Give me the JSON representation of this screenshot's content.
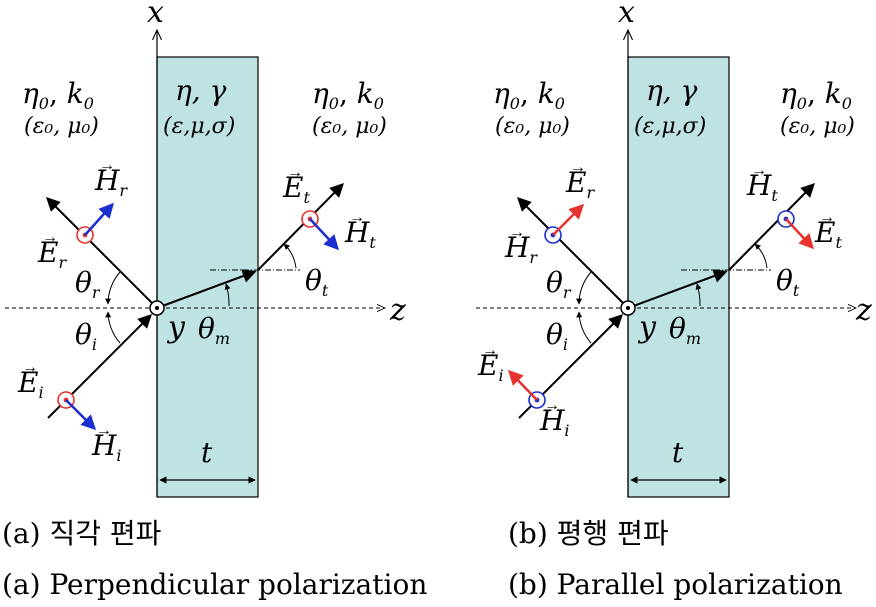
{
  "colors": {
    "slab": "#bfe3e3",
    "e_field_red": "#e8322d",
    "h_field_blue": "#1b2ecf",
    "circle_blue": "#1b2ecf",
    "circle_red": "#e8322d",
    "ink": "#000000"
  },
  "panel_a": {
    "axis_x": "x",
    "axis_z": "z",
    "axis_y": "y",
    "left_medium": {
      "eta": "η",
      "eta_sub": "0",
      "k": "k",
      "k_sub": "0",
      "eps_mu": "(ε₀, μ₀)"
    },
    "slab_medium": {
      "params": "η, γ",
      "eps_mu": "(ε,μ,σ)"
    },
    "right_medium": {
      "eta": "η",
      "eta_sub": "0",
      "k": "k",
      "k_sub": "0",
      "eps_mu": "(ε₀, μ₀)"
    },
    "reflected_E": "E",
    "reflected_E_sub": "r",
    "reflected_H": "H",
    "reflected_H_sub": "r",
    "incident_E": "E",
    "incident_E_sub": "i",
    "incident_H": "H",
    "incident_H_sub": "i",
    "transmitted_E": "E",
    "transmitted_E_sub": "t",
    "transmitted_H": "H",
    "transmitted_H_sub": "t",
    "theta": "θ",
    "theta_r_sub": "r",
    "theta_i_sub": "i",
    "theta_t_sub": "t",
    "theta_m_sub": "m",
    "thickness": "t",
    "caption_ko": "(a) 직각 편파",
    "caption_en": "(a) Perpendicular polarization"
  },
  "panel_b": {
    "axis_x": "x",
    "axis_z": "z",
    "axis_y": "y",
    "left_medium": {
      "eta": "η",
      "eta_sub": "0",
      "k": "k",
      "k_sub": "0",
      "eps_mu": "(ε₀, μ₀)"
    },
    "slab_medium": {
      "params": "η, γ",
      "eps_mu": "(ε,μ,σ)"
    },
    "right_medium": {
      "eta": "η",
      "eta_sub": "0",
      "k": "k",
      "k_sub": "0",
      "eps_mu": "(ε₀, μ₀)"
    },
    "reflected_E": "E",
    "reflected_E_sub": "r",
    "reflected_H": "H",
    "reflected_H_sub": "r",
    "incident_E": "E",
    "incident_E_sub": "i",
    "incident_H": "H",
    "incident_H_sub": "i",
    "transmitted_E": "E",
    "transmitted_E_sub": "t",
    "transmitted_H": "H",
    "transmitted_H_sub": "t",
    "theta": "θ",
    "theta_r_sub": "r",
    "theta_i_sub": "i",
    "theta_t_sub": "t",
    "theta_m_sub": "m",
    "thickness": "t",
    "caption_ko": "(b) 평행 편파",
    "caption_en": "(b) Parallel polarization"
  }
}
